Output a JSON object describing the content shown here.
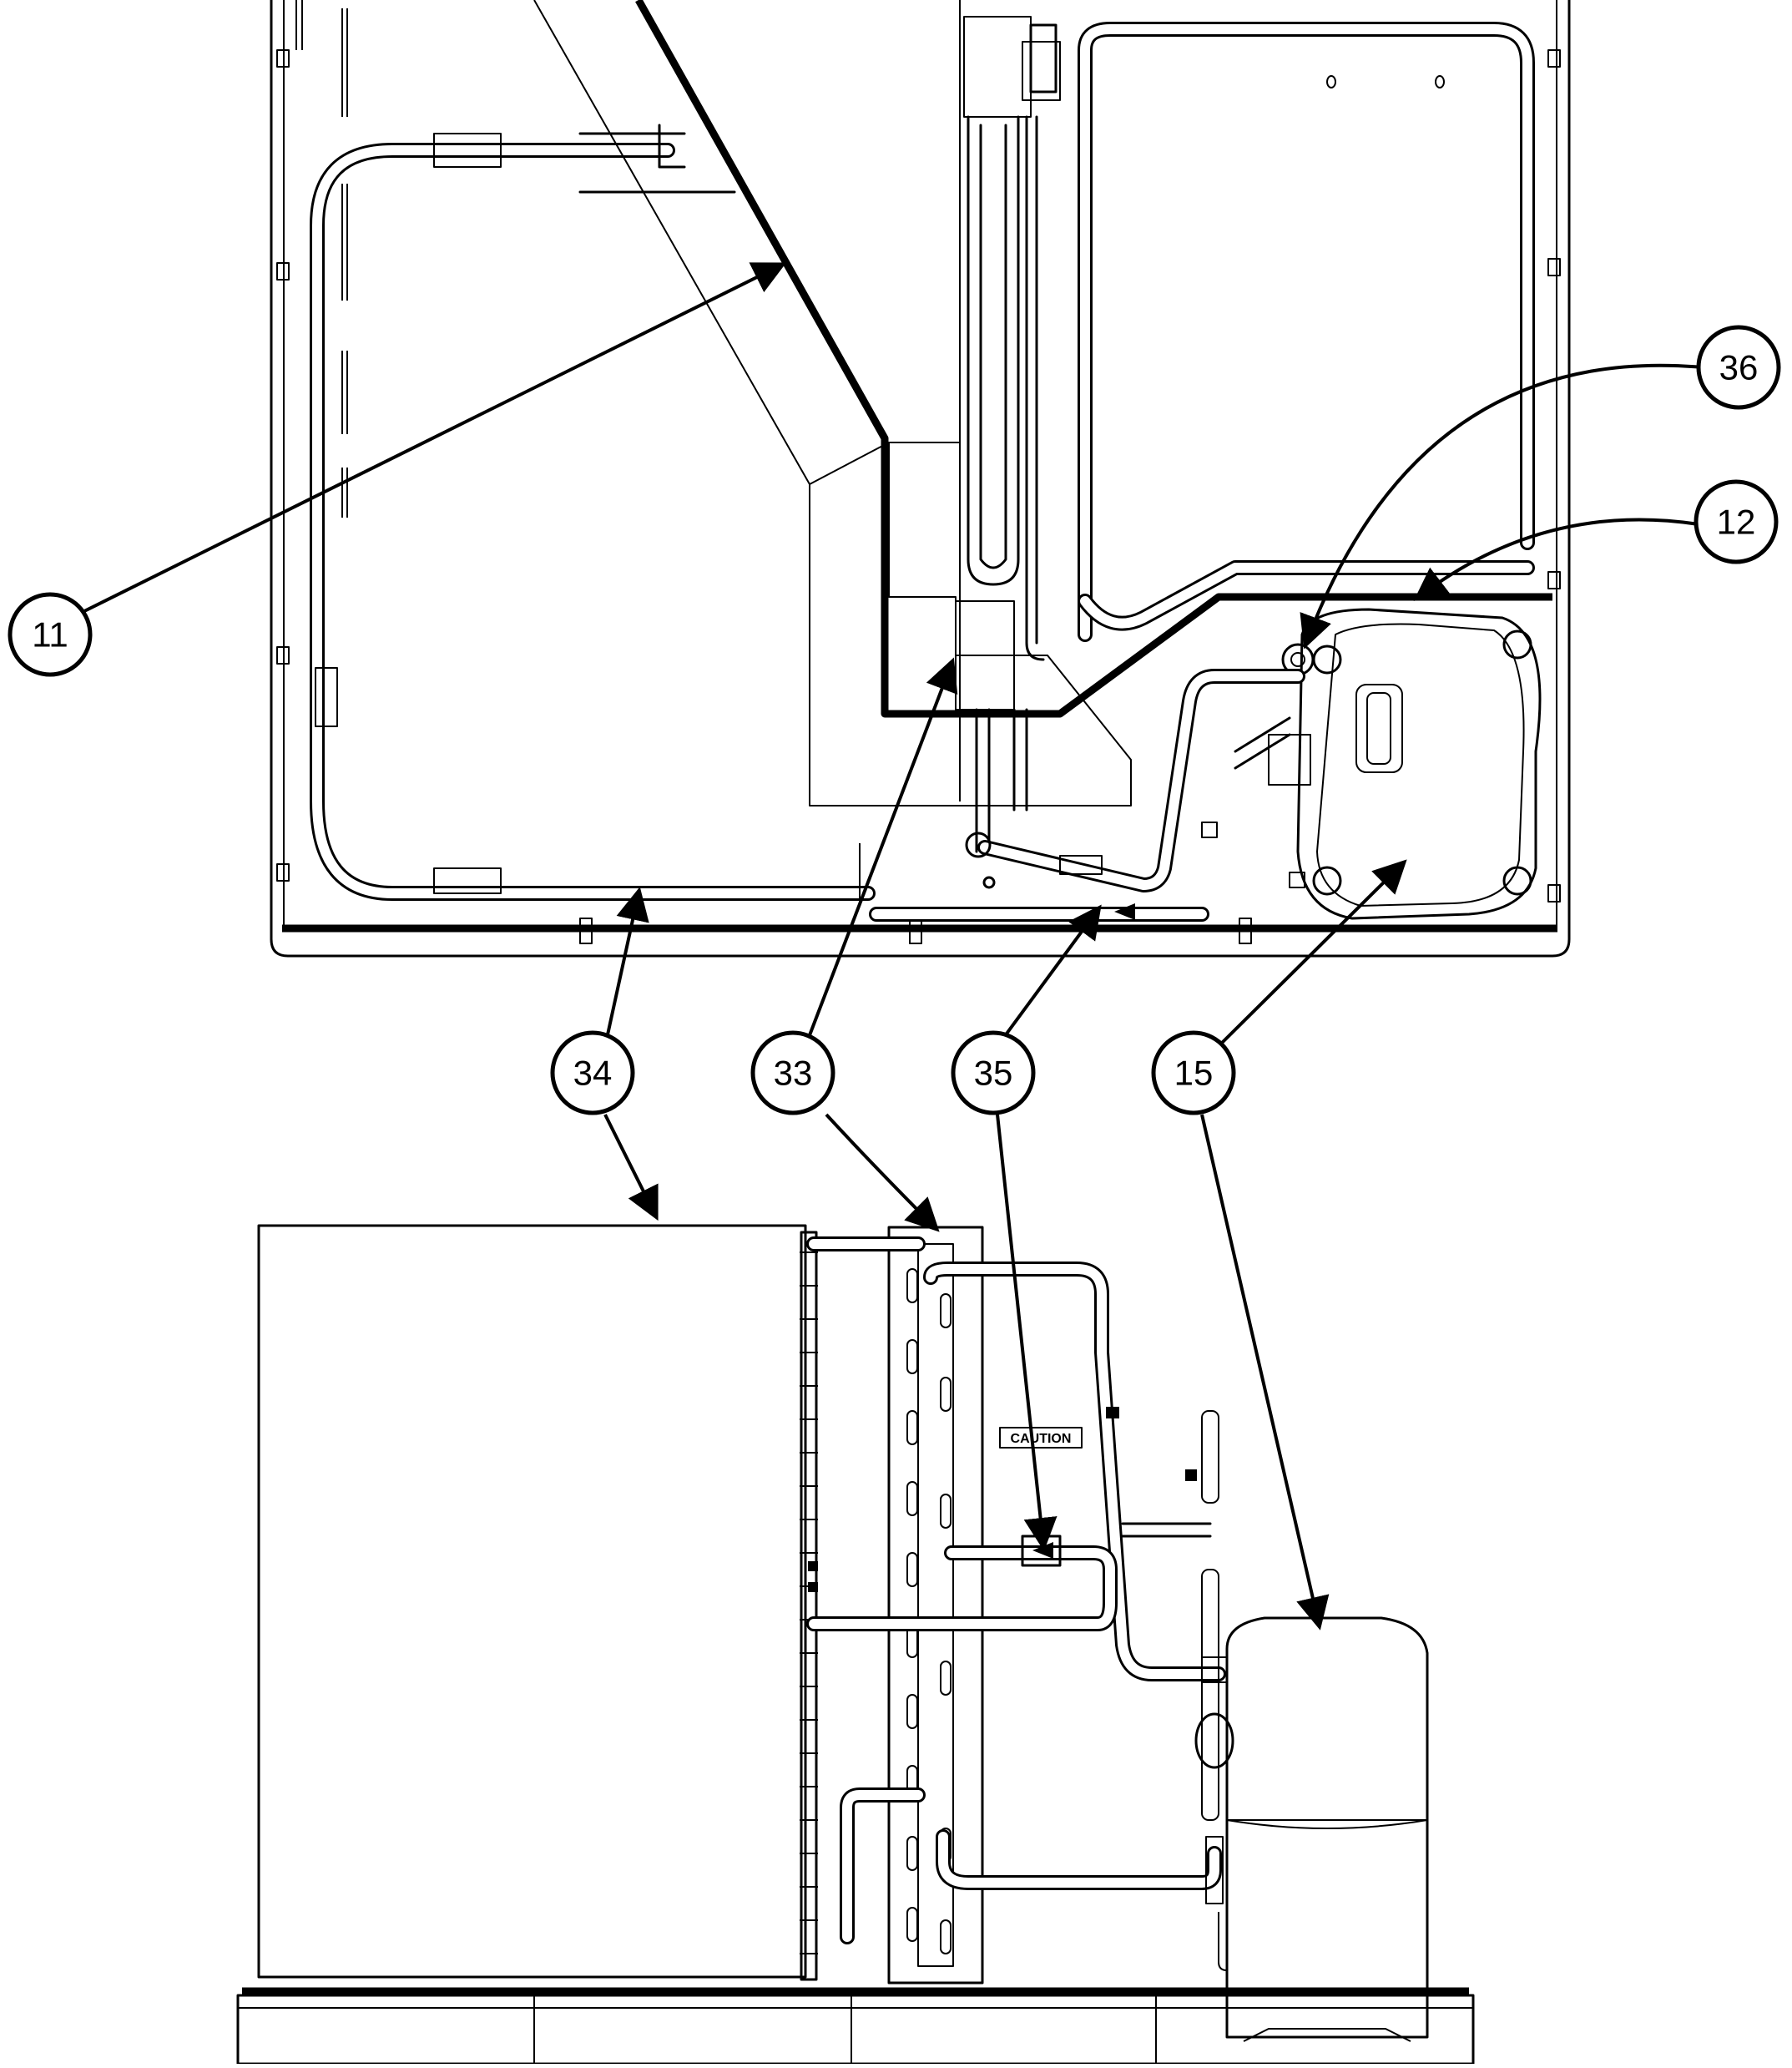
{
  "callouts": [
    {
      "id": "11",
      "label": "11"
    },
    {
      "id": "12",
      "label": "12"
    },
    {
      "id": "15a",
      "label": "15"
    },
    {
      "id": "33",
      "label": "33"
    },
    {
      "id": "34",
      "label": "34"
    },
    {
      "id": "35",
      "label": "35"
    },
    {
      "id": "36",
      "label": "36"
    }
  ],
  "caution_label": "CAUTION"
}
